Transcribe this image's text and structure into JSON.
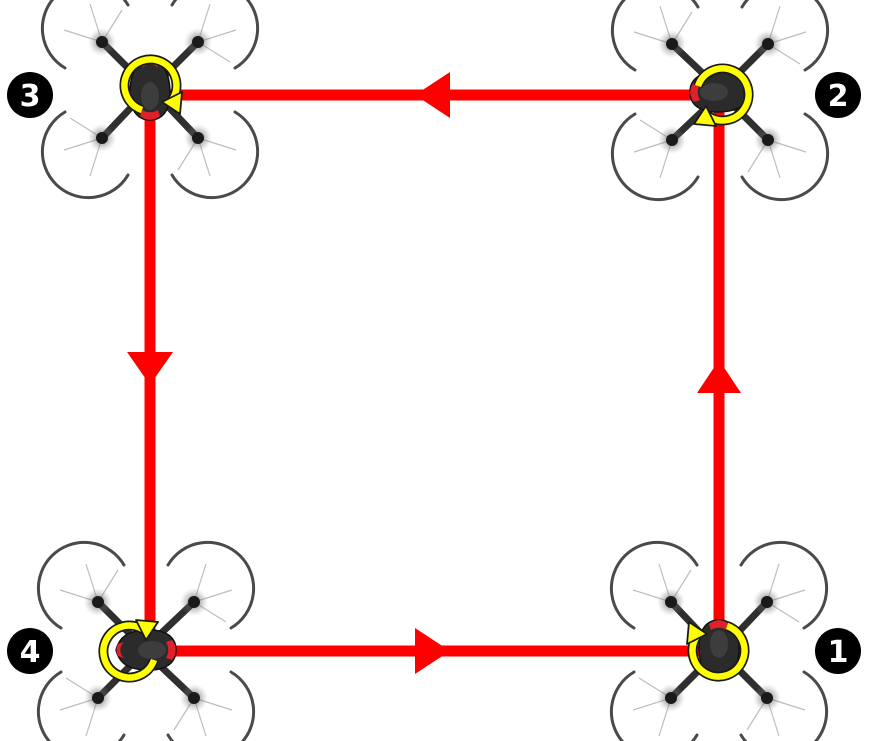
{
  "colors": {
    "path": "#ff0000",
    "rotation_arrow": "#ffff00",
    "drone_body": "#2b2b2b",
    "drone_accent": "#e0202a",
    "guard": "#555555",
    "badge": "#000000",
    "badge_text": "#ffffff"
  },
  "waypoints": [
    {
      "label": "1",
      "rotation": "counter-clockwise",
      "heading": "up"
    },
    {
      "label": "2",
      "rotation": "counter-clockwise",
      "heading": "left"
    },
    {
      "label": "3",
      "rotation": "counter-clockwise",
      "heading": "down"
    },
    {
      "label": "4",
      "rotation": "counter-clockwise",
      "heading": "right"
    }
  ],
  "path": {
    "shape": "square",
    "direction": "counter-clockwise",
    "segments": [
      {
        "from": "1",
        "to": "2",
        "arrow": "up"
      },
      {
        "from": "2",
        "to": "3",
        "arrow": "left"
      },
      {
        "from": "3",
        "to": "4",
        "arrow": "down"
      },
      {
        "from": "4",
        "to": "1",
        "arrow": "right"
      }
    ]
  },
  "icons": {
    "drone": "quadcopter-drone-icon",
    "rotation": "rotation-arrow-icon",
    "direction": "direction-arrowhead-icon"
  }
}
